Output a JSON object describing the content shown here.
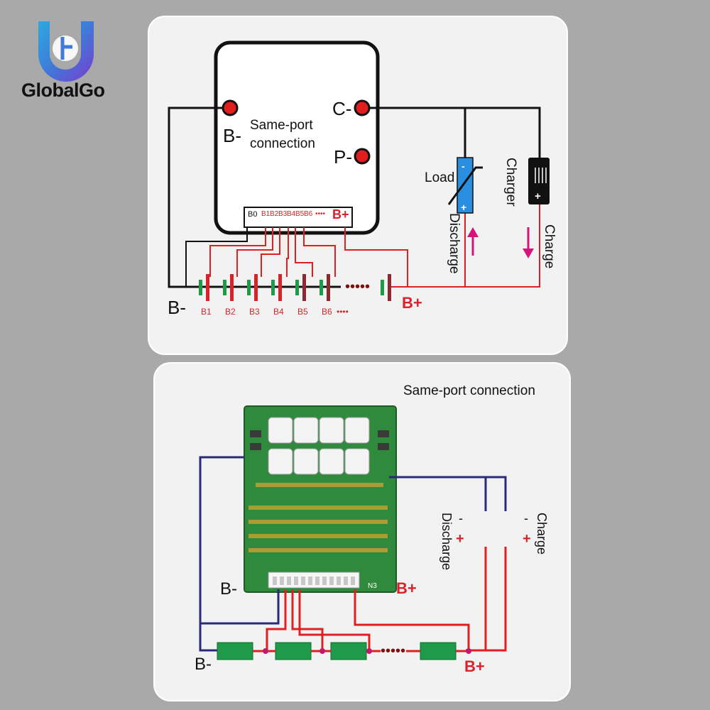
{
  "brand": {
    "name": "GlobalGo"
  },
  "top": {
    "bms_note": "Same-port\nconnection",
    "terminals": {
      "b_minus": "B-",
      "c_minus": "C-",
      "p_minus": "P-"
    },
    "header_pins": [
      "B0",
      "B1",
      "B2",
      "B3",
      "B4",
      "B5",
      "B6",
      "••••",
      "B+"
    ],
    "cells": [
      "B1",
      "B2",
      "B3",
      "B4",
      "B5",
      "B6",
      "••••"
    ],
    "b_minus_bottom": "B-",
    "b_plus_bottom": "B+",
    "load": "Load",
    "charger": "Charger",
    "discharge": "Discharge",
    "charge": "Charge",
    "plus": "+",
    "minus": "-"
  },
  "bottom": {
    "title": "Same-port connection",
    "b_minus_board": "B-",
    "b_plus_board": "B+",
    "b_minus_cells": "B-",
    "b_plus_cells": "B+",
    "discharge": "Discharge",
    "charge": "Charge",
    "minus": "-",
    "plus": "+",
    "connector_label": "N3"
  },
  "colors": {
    "red_wire": "#e02020",
    "black_wire": "#111111",
    "blue_wire": "#2a2a7a",
    "cell_green": "#1f9a4a",
    "arrow_pink": "#d4147a"
  }
}
